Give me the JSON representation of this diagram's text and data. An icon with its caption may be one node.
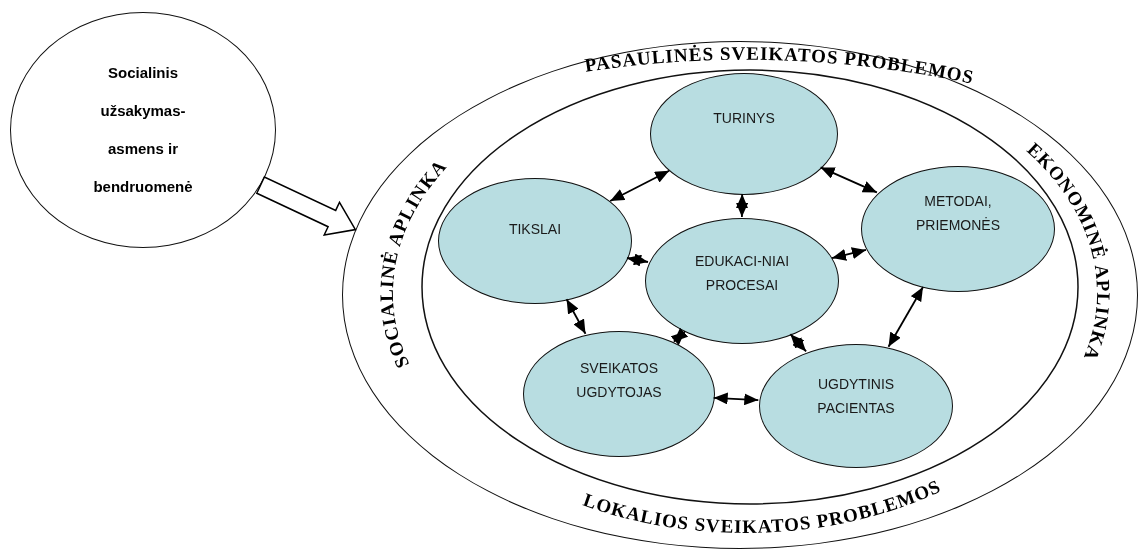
{
  "diagram": {
    "nodes": [
      {
        "text": [
          "Socialinis užsakymas- asmens ir bendruomenė"
        ]
      },
      {
        "text": [
          "PASAULINĖS SVEIKATOS PROBLEMOS",
          "SOCIALINĖ APLINKA",
          "EKONOMINĖ APLINKA",
          "LOKALIOS SVEIKATOS PROBLEMOS"
        ]
      },
      {
        "text": [
          "TURINYS"
        ],
        "in": 1
      },
      {
        "text": [
          "TIKSLAI"
        ],
        "in": 1
      },
      {
        "text": [
          "EDUKACI-NIAI PROCESAI"
        ],
        "in": 1
      },
      {
        "text": [
          "METODAI, PRIEMONĖS"
        ],
        "in": 1
      },
      {
        "text": [
          "SVEIKATOS UGDYTOJAS"
        ],
        "in": 1
      },
      {
        "text": [
          "UGDYTINIS PACIENTAS"
        ],
        "in": 1
      }
    ],
    "edges": [
      {
        "from": 0,
        "to": 1,
        "arrow": "to",
        "style": "thick"
      },
      {
        "from": 3,
        "to": 2,
        "arrow": "both"
      },
      {
        "from": 2,
        "to": 5,
        "arrow": "both"
      },
      {
        "from": 2,
        "to": 4,
        "arrow": "both"
      },
      {
        "from": 3,
        "to": 4,
        "arrow": "both"
      },
      {
        "from": 5,
        "to": 4,
        "arrow": "both"
      },
      {
        "from": 3,
        "to": 6,
        "arrow": "both"
      },
      {
        "from": 6,
        "to": 4,
        "arrow": "both"
      },
      {
        "from": 4,
        "to": 7,
        "arrow": "both"
      },
      {
        "from": 5,
        "to": 7,
        "arrow": "both"
      },
      {
        "from": 6,
        "to": 7,
        "arrow": "both"
      }
    ]
  }
}
